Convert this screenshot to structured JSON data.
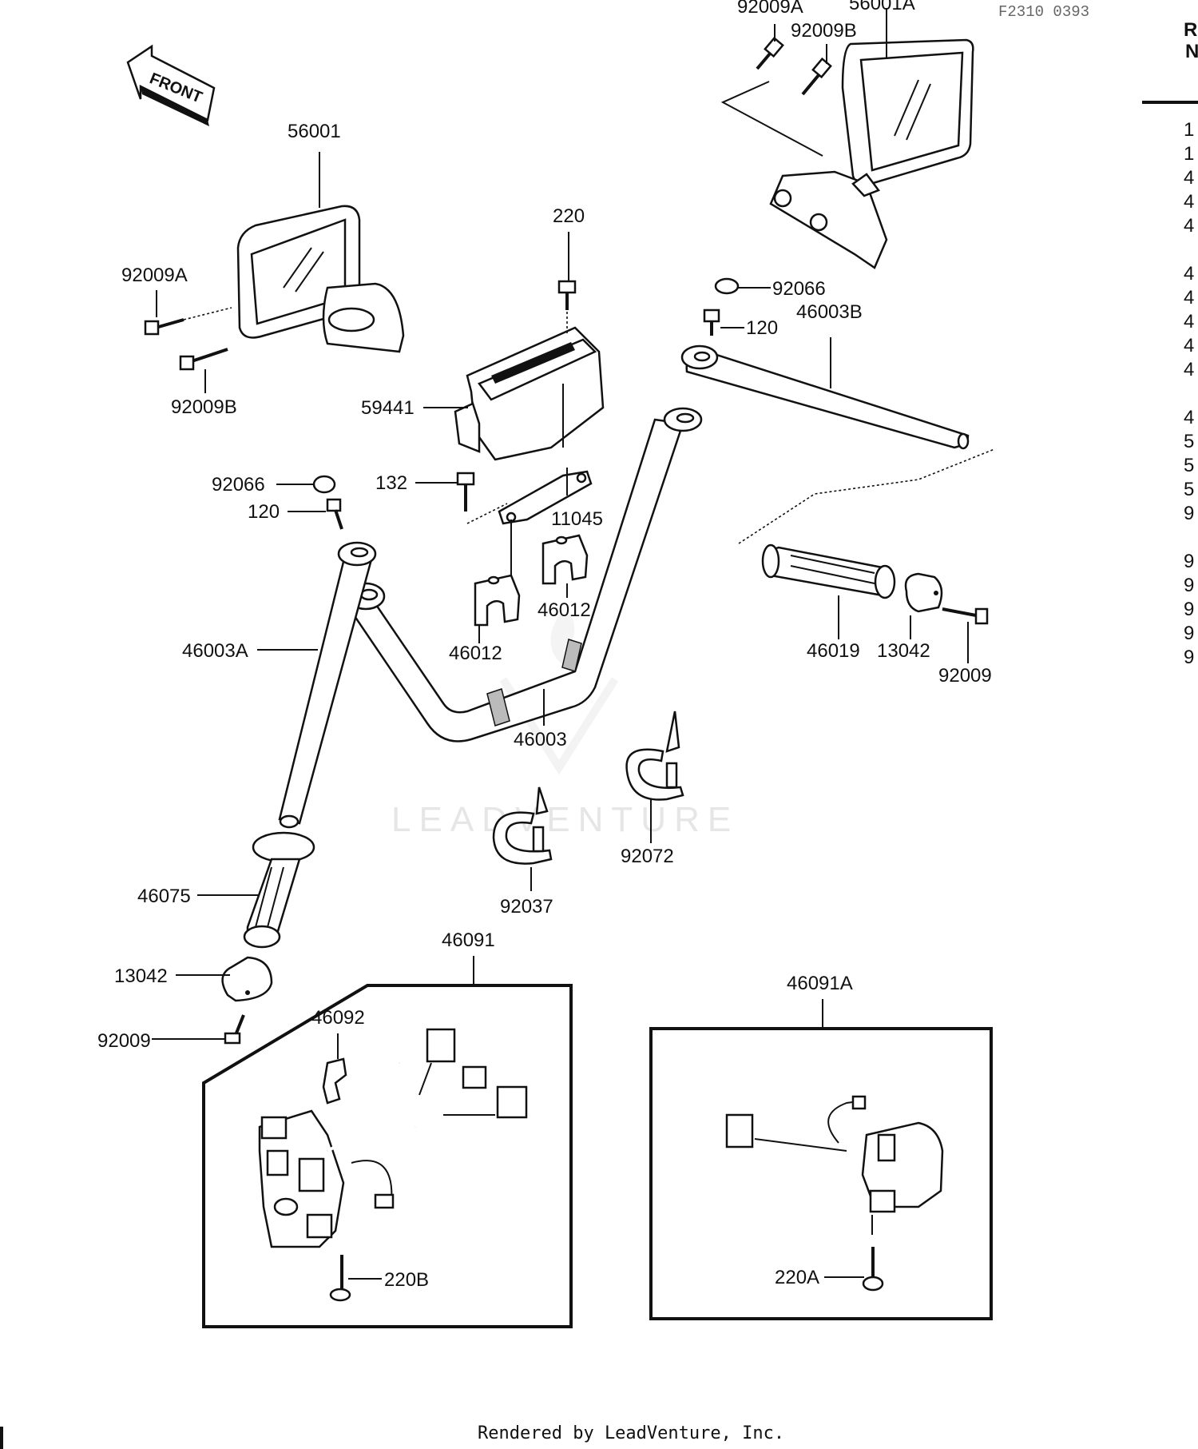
{
  "diagram_code": "F2310 0393",
  "front_arrow_text": "FRONT",
  "watermark": "LEADVENTURE",
  "footer": "Rendered by LeadVenture, Inc.",
  "side_header": [
    "R",
    "N"
  ],
  "side_list": [
    "1",
    "1",
    "4",
    "4",
    "4",
    "4",
    "4",
    "4",
    "4",
    "4",
    "4",
    "5",
    "5",
    "5",
    "9",
    "9",
    "9",
    "9",
    "9",
    "9"
  ],
  "labels": {
    "l_92009A_top": "92009A",
    "l_56001A": "56001A",
    "l_92009B_top": "92009B",
    "l_56001": "56001",
    "l_92009A_left": "92009A",
    "l_92009B_left": "92009B",
    "l_220": "220",
    "l_59441": "59441",
    "l_92066_right": "92066",
    "l_120_right": "120",
    "l_46003B": "46003B",
    "l_92066_left": "92066",
    "l_120_left": "120",
    "l_132": "132",
    "l_11045": "11045",
    "l_46012_a": "46012",
    "l_46012_b": "46012",
    "l_46003A": "46003A",
    "l_46003": "46003",
    "l_46019": "46019",
    "l_13042_right": "13042",
    "l_92009_right": "92009",
    "l_92072": "92072",
    "l_92037": "92037",
    "l_46075": "46075",
    "l_46091": "46091",
    "l_13042_left": "13042",
    "l_92009_left": "92009",
    "l_46092": "46092",
    "l_46091A": "46091A",
    "l_220B": "220B",
    "l_220A": "220A"
  }
}
